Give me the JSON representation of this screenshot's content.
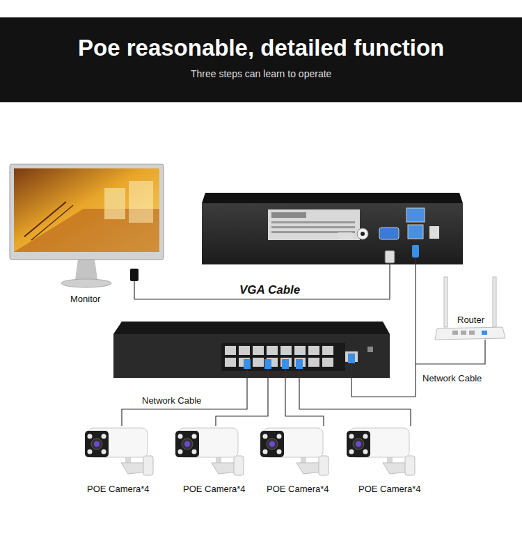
{
  "diagram": {
    "title": "Poe reasonable, detailed function",
    "nodes": [
      {
        "text": [
          "Monitor"
        ]
      },
      {
        "text": [
          "Router"
        ]
      },
      {
        "text": [
          "POE Camera*4"
        ]
      },
      {
        "text": [
          "POE Camera*4"
        ]
      },
      {
        "text": [
          "POE Camera*4"
        ]
      },
      {
        "text": [
          "POE Camera*4"
        ]
      }
    ],
    "labels": [
      "Three steps can learn to operate",
      "VGA Cable",
      "Network Cable",
      "Network Cable"
    ]
  }
}
